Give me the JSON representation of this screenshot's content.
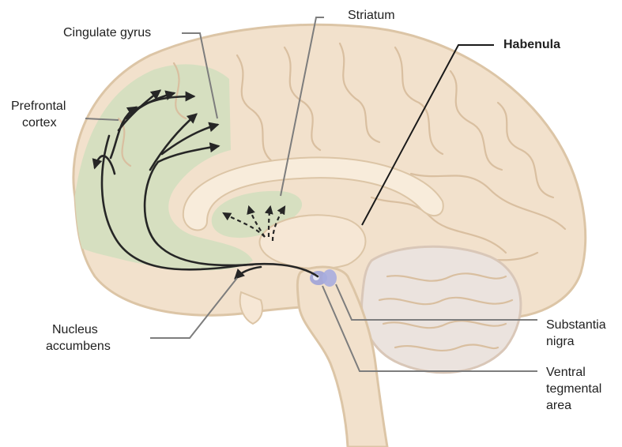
{
  "labels": {
    "cingulate_gyrus": "Cingulate gyrus",
    "striatum": "Striatum",
    "habenula": "Habenula",
    "prefrontal_cortex_line1": "Prefrontal",
    "prefrontal_cortex_line2": "cortex",
    "nucleus_accumbens_line1": "Nucleus",
    "nucleus_accumbens_line2": "accumbens",
    "substantia_nigra_line1": "Substantia",
    "substantia_nigra_line2": "nigra",
    "vta_line1": "Ventral",
    "vta_line2": "tegmental",
    "vta_line3": "area"
  },
  "colors": {
    "brain_tissue": "#f2e1cc",
    "brain_outline": "#dcc5a6",
    "dopamine_target_regions": "#d6dfc0",
    "midbrain_nuclei": "#9fa3d8",
    "cerebellum": "#ebe3de",
    "pathway_arrows": "#262626"
  }
}
